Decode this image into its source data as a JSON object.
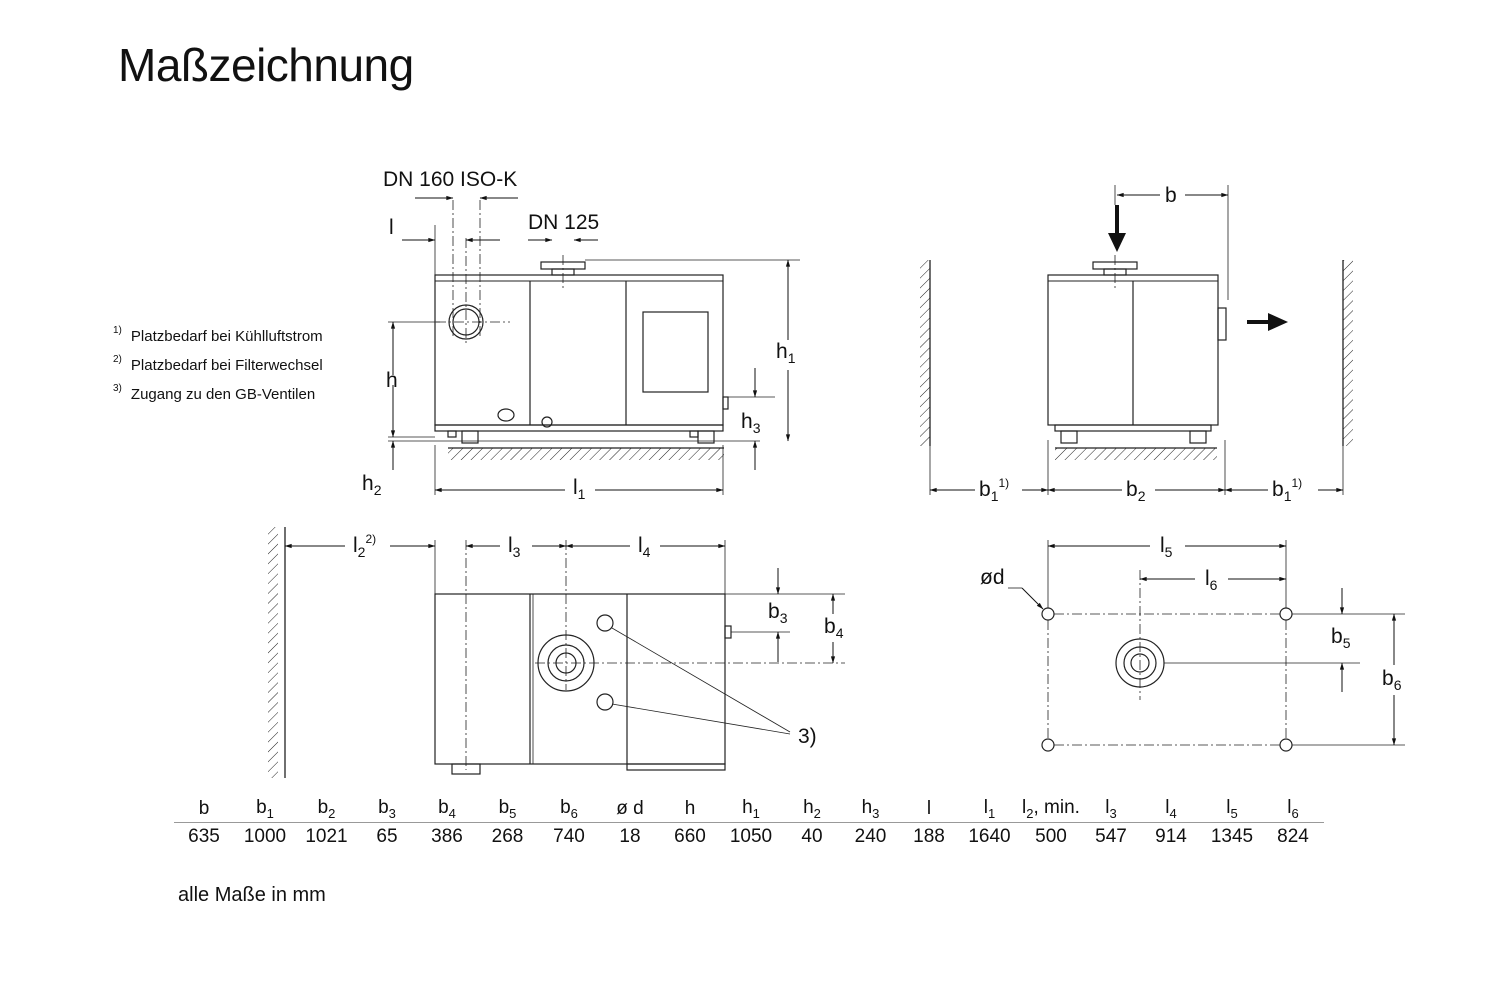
{
  "title": "Maßzeichnung",
  "footnotes": [
    {
      "mark": "1)",
      "text": "Platzbedarf bei Kühlluftstrom"
    },
    {
      "mark": "2)",
      "text": "Platzbedarf bei Filterwechsel"
    },
    {
      "mark": "3)",
      "text": "Zugang zu den GB-Ventilen"
    }
  ],
  "labels": {
    "inlet": "DN 160 ISO-K",
    "outlet": "DN 125",
    "valves_ref": "3)",
    "hole_diameter": "ød"
  },
  "dimensions": [
    {
      "symbol": "b",
      "sub": "",
      "suffix": "",
      "value": "635"
    },
    {
      "symbol": "b",
      "sub": "1",
      "suffix": "",
      "value": "1000"
    },
    {
      "symbol": "b",
      "sub": "2",
      "suffix": "",
      "value": "1021"
    },
    {
      "symbol": "b",
      "sub": "3",
      "suffix": "",
      "value": "65"
    },
    {
      "symbol": "b",
      "sub": "4",
      "suffix": "",
      "value": "386"
    },
    {
      "symbol": "b",
      "sub": "5",
      "suffix": "",
      "value": "268"
    },
    {
      "symbol": "b",
      "sub": "6",
      "suffix": "",
      "value": "740"
    },
    {
      "symbol": "ø d",
      "sub": "",
      "suffix": "",
      "value": "18"
    },
    {
      "symbol": "h",
      "sub": "",
      "suffix": "",
      "value": "660"
    },
    {
      "symbol": "h",
      "sub": "1",
      "suffix": "",
      "value": "1050"
    },
    {
      "symbol": "h",
      "sub": "2",
      "suffix": "",
      "value": "40"
    },
    {
      "symbol": "h",
      "sub": "3",
      "suffix": "",
      "value": "240"
    },
    {
      "symbol": "l",
      "sub": "",
      "suffix": "",
      "value": "188"
    },
    {
      "symbol": "l",
      "sub": "1",
      "suffix": "",
      "value": "1640"
    },
    {
      "symbol": "l",
      "sub": "2",
      "suffix": ", min.",
      "value": "500"
    },
    {
      "symbol": "l",
      "sub": "3",
      "suffix": "",
      "value": "547"
    },
    {
      "symbol": "l",
      "sub": "4",
      "suffix": "",
      "value": "914"
    },
    {
      "symbol": "l",
      "sub": "5",
      "suffix": "",
      "value": "1345"
    },
    {
      "symbol": "l",
      "sub": "6",
      "suffix": "",
      "value": "824"
    }
  ],
  "unit_note": "alle Maße in mm"
}
